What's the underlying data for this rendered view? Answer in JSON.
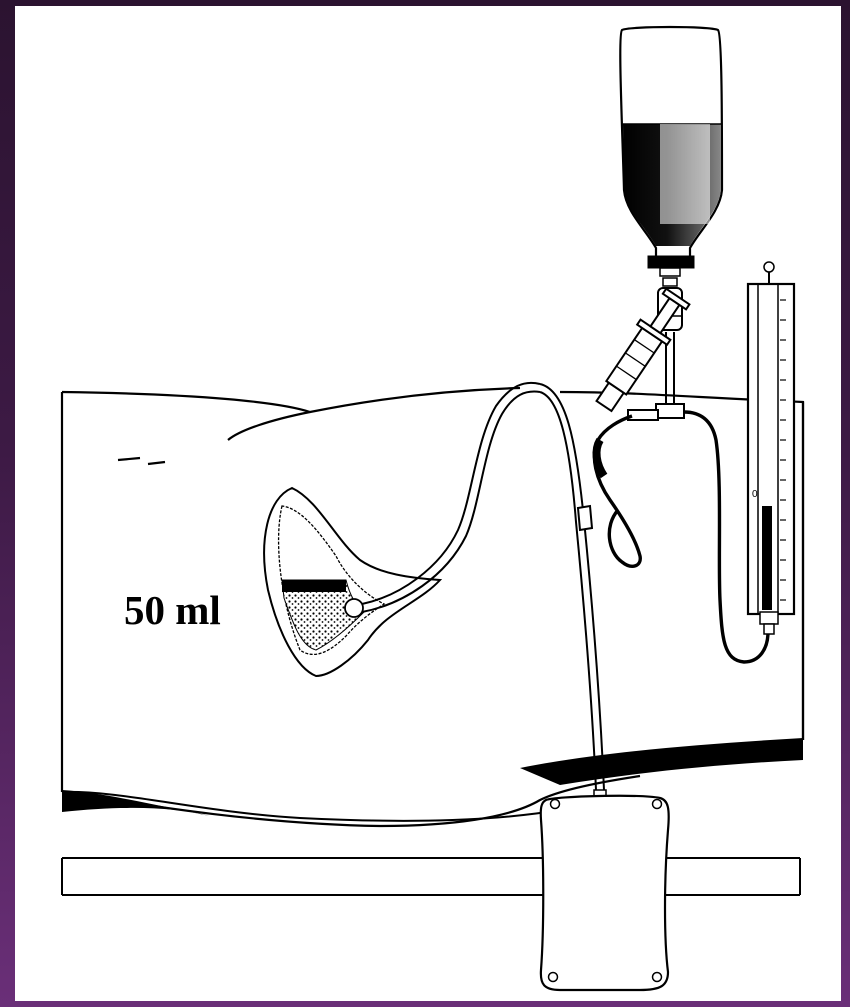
{
  "figure": {
    "volume_label": "50 ml"
  },
  "colors": {
    "outer_background": "#3d1a45",
    "canvas": "#ffffff",
    "ink": "#000000"
  },
  "components": {
    "saline_bottle": "saline-bottle",
    "syringe": "syringe",
    "manometer": "manometer",
    "drainage_bag": "drainage-bag",
    "bladder": "bladder",
    "catheter": "urinary-catheter",
    "patient": "patient-torso"
  }
}
